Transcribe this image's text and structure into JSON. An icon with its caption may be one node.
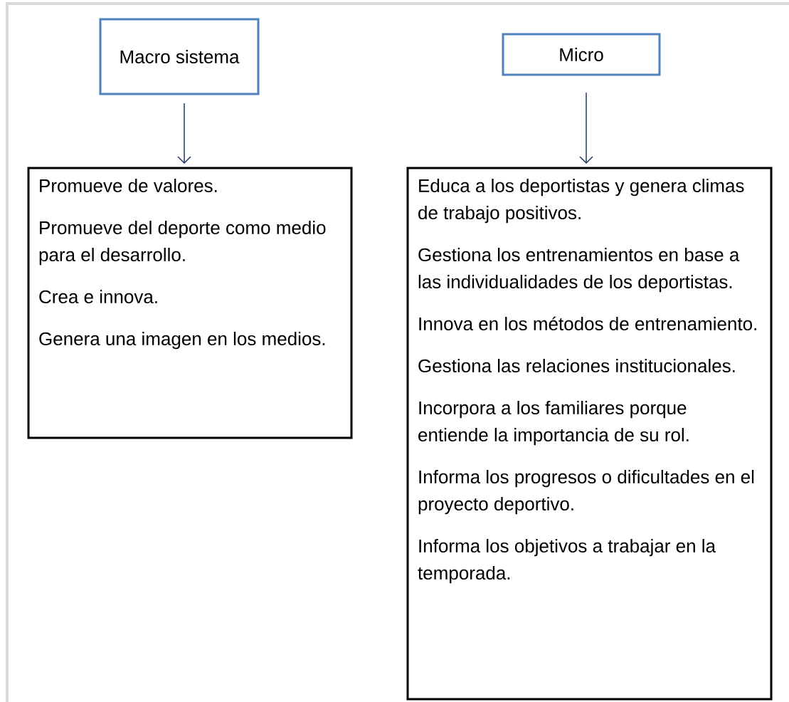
{
  "diagram": {
    "nodes": [
      {
        "text": [
          "Macro sistema"
        ]
      },
      {
        "text": [
          "Micro"
        ]
      },
      {
        "text": [
          "Promueve de valores.",
          "Promueve del deporte como medio para el desarrollo.",
          "Crea e innova.",
          "Genera una imagen en los medios."
        ]
      },
      {
        "text": [
          "Educa a los deportistas y genera climas de trabajo positivos.",
          "Gestiona los entrenamientos en base a las individualidades de los deportistas.",
          "Innova en los métodos de entrenamiento.",
          "Gestiona las relaciones institucionales.",
          "Incorpora a los familiares porque entiende la importancia de su rol.",
          "Informa los progresos o dificultades en el proyecto deportivo.",
          "Informa los objetivos a trabajar en la temporada."
        ]
      }
    ],
    "edges": [
      {
        "from": 0,
        "to": 2,
        "arrow": "to"
      },
      {
        "from": 1,
        "to": 3,
        "arrow": "to"
      }
    ]
  }
}
